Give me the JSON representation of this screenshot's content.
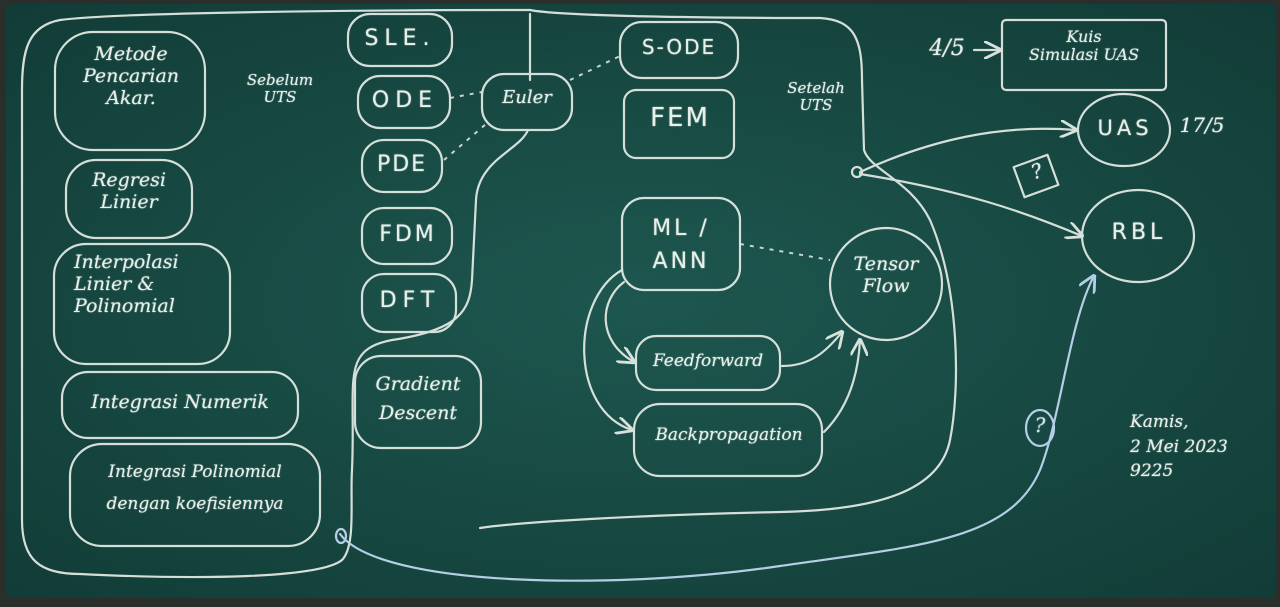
{
  "colors": {
    "board": "#184a43",
    "chalk": "#e9efe9",
    "chalk_blue": "#bcd6ef",
    "frame": "#2a2f2b"
  },
  "left_topics": [
    "Metode\nPencarian\nAkar.",
    "Regresi\nLinier",
    "Interpolasi\nLinier &\nPolinomial",
    "Integrasi Numerik",
    "Integrasi Polinomial\ndengan koefisiennya"
  ],
  "sebelum_uts": "Sebelum\nUTS",
  "setelah_uts": "Setelah\nUTS",
  "mid_topics": [
    "SLE.",
    "ODE",
    "PDE",
    "FDM",
    "DFT"
  ],
  "gradient_descent": "Gradient\nDescent",
  "euler": "Euler",
  "s_ode": "S-ODE",
  "fem": "FEM",
  "ml_ann": "ML /\nANN",
  "tensorflow": "Tensor\nFlow",
  "feedforward": "Feedforward",
  "backpropagation": "Backpropagation",
  "date_4_5": "4/5",
  "kuis_note": "Kuis\nSimulasi UAS",
  "uas": "UAS",
  "date_17_5": "17/5",
  "rbl": "RBL",
  "question_mark": "?",
  "signature": "Kamis,\n2 Mei 2023\n9225"
}
